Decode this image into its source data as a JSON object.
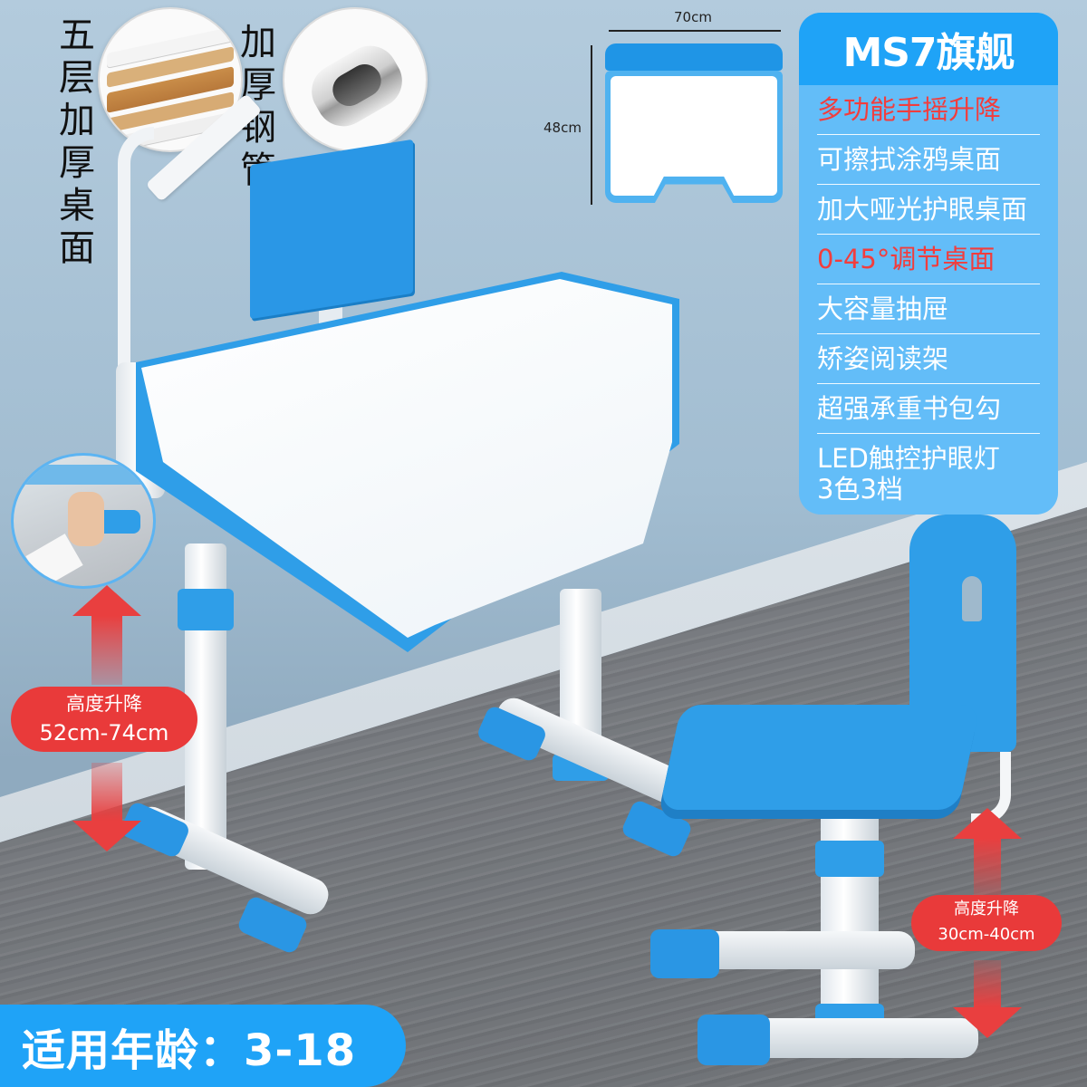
{
  "product": {
    "model_badge": "MS7旗舰",
    "accent_color": "#1fa3f7",
    "card_color": "#63bdf8",
    "highlight_color": "#f23d3d"
  },
  "features_top_left": {
    "layered_desktop_label": "五层加厚桌面",
    "thick_steel_tube_label": "加厚钢管",
    "layered_desktop_icon": "wood-layers-icon",
    "steel_tube_icon": "steel-tube-icon"
  },
  "dimensions": {
    "width": "70cm",
    "depth": "48cm"
  },
  "spec_list": [
    {
      "text": "多功能手摇升降",
      "highlight": true
    },
    {
      "text": "可擦拭涂鸦桌面",
      "highlight": false
    },
    {
      "text": "加大哑光护眼桌面",
      "highlight": false
    },
    {
      "text": "0-45°调节桌面",
      "highlight": true
    },
    {
      "text": "大容量抽屉",
      "highlight": false
    },
    {
      "text": "矫姿阅读架",
      "highlight": false
    },
    {
      "text": "超强承重书包勾",
      "highlight": false
    },
    {
      "text": "LED触控护眼灯",
      "highlight": false,
      "line2": "3色3档"
    }
  ],
  "desk_height_badge": {
    "label": "高度升降",
    "range": "52cm-74cm"
  },
  "chair_height_badge": {
    "label": "高度升降",
    "range": "30cm-40cm"
  },
  "age_banner": {
    "text": "适用年龄：3-18"
  }
}
